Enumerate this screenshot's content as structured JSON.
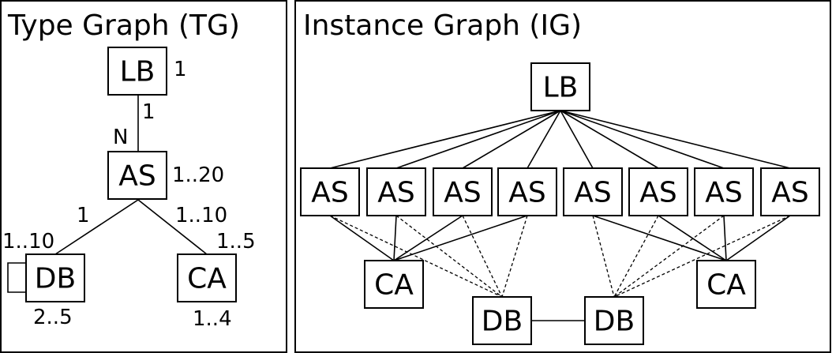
{
  "type_graph": {
    "title": "Type Graph (TG)",
    "nodes": {
      "lb": "LB",
      "as": "AS",
      "db": "DB",
      "ca": "CA"
    },
    "multiplicities": {
      "lb_count": "1",
      "lb_as_lb_end": "1",
      "lb_as_as_end": "N",
      "as_count": "1..20",
      "as_db_as_end": "1",
      "as_db_db_end": "1..10",
      "as_ca_as_end": "1..10",
      "as_ca_ca_end": "1..5",
      "db_count": "2..5",
      "ca_count": "1..4"
    }
  },
  "instance_graph": {
    "title": "Instance Graph (IG)",
    "lb": "LB",
    "as_nodes": [
      "AS",
      "AS",
      "AS",
      "AS",
      "AS",
      "AS",
      "AS",
      "AS"
    ],
    "ca_nodes": [
      "CA",
      "CA"
    ],
    "db_nodes": [
      "DB",
      "DB"
    ]
  }
}
